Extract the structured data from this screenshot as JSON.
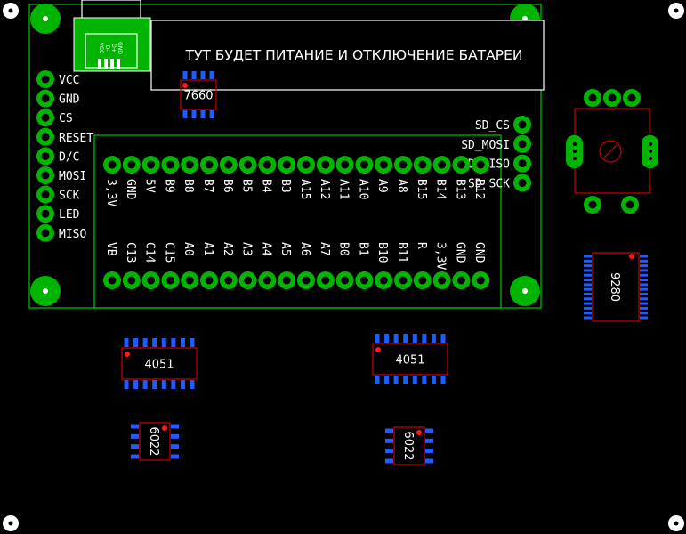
{
  "banner_text": "ТУТ БУДЕТ ПИТАНИЕ И ОТКЛЮЧЕНИЕ БАТАРЕИ",
  "left_header_labels": [
    "VCC",
    "GND",
    "CS",
    "RESET",
    "D/C",
    "MOSI",
    "SCK",
    "LED",
    "MISO"
  ],
  "sd_labels": [
    "SD_CS",
    "SD_MOSI",
    "SD_MISO",
    "SD_SCK"
  ],
  "top_row_labels": [
    "3,3V",
    "GND",
    "5V",
    "B9",
    "B8",
    "B7",
    "B6",
    "B5",
    "B4",
    "B3",
    "A15",
    "A12",
    "A11",
    "A10",
    "A9",
    "A8",
    "B15",
    "B14",
    "B13",
    "B12"
  ],
  "bottom_row_labels": [
    "VB",
    "C13",
    "C14",
    "C15",
    "A0",
    "A1",
    "A2",
    "A3",
    "A4",
    "A5",
    "A6",
    "A7",
    "B0",
    "B1",
    "B10",
    "B11",
    "R",
    "3,3V",
    "GND",
    "GND"
  ],
  "usb_text": [
    "VCC",
    "D-",
    "D+",
    "GND"
  ],
  "chips": {
    "reg": "7660",
    "mux1": "4051",
    "mux2": "4051",
    "opamp1": "6022",
    "opamp2": "6022",
    "big": "9280"
  },
  "colors": {
    "background": "#000000",
    "pad": "#00b400",
    "silkscreen": "#00c800",
    "chip_outline": "#d00000",
    "chip_pin": "#1e5cff",
    "pin1_marker": "#ff1a1a"
  }
}
